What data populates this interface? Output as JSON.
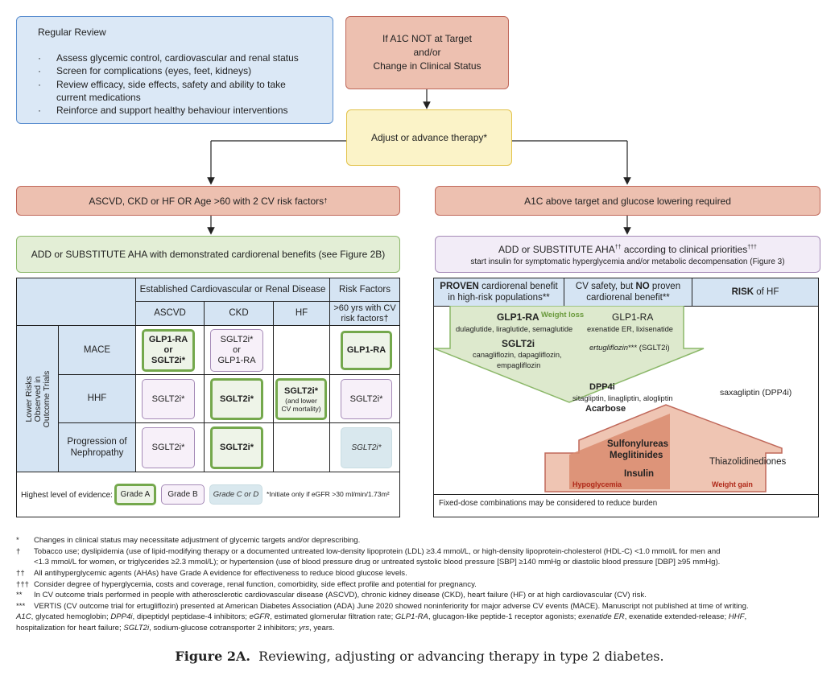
{
  "regular_review": {
    "title": "Regular Review",
    "items": [
      "Assess glycemic control, cardiovascular and renal status",
      "Screen for complications (eyes, feet, kidneys)",
      "Review efficacy, side effects, safety and ability to take",
      "current medications",
      "Reinforce and support healthy behaviour interventions"
    ]
  },
  "top_box": {
    "line1": "If A1C NOT at Target",
    "line2": "and/or",
    "line3": "Change in Clinical Status"
  },
  "adjust_box": "Adjust or advance therapy*",
  "left_branch": {
    "header": "ASCVD, CKD or HF OR Age >60 with 2 CV risk factors",
    "header_mark": "†",
    "add_box": "ADD or SUBSTITUTE AHA with demonstrated cardiorenal benefits (see Figure 2B)"
  },
  "right_branch": {
    "header": "A1C above target and glucose lowering required",
    "add_line1_a": "ADD or SUBSTITUTE AHA",
    "add_line1_sup1": "††",
    "add_line1_b": " according to clinical priorities",
    "add_line1_sup2": "†††",
    "add_line2": "start insulin for symptomatic hyperglycemia and/or metabolic decompensation (Figure 3)"
  },
  "left_table": {
    "group_header": "Established Cardiovascular or Renal Disease",
    "risk_header": "Risk Factors",
    "columns": [
      "ASCVD",
      "CKD",
      "HF"
    ],
    "risk_col_line1": ">60 yrs with CV",
    "risk_col_line2": "risk factors†",
    "side_label_line1": "Lower Risks",
    "side_label_line2": "Observed in",
    "side_label_line3": "Outcome Trials",
    "rows": [
      {
        "label": "MACE",
        "label2": ""
      },
      {
        "label": "HHF",
        "label2": ""
      },
      {
        "label": "Progression of",
        "label2": "Nephropathy"
      }
    ],
    "cells": {
      "mace_ascvd": [
        "GLP1-RA",
        "or",
        "SGLT2i*"
      ],
      "mace_ckd": [
        "SGLT2i*",
        "or",
        "GLP1-RA"
      ],
      "mace_risk": "GLP1-RA",
      "hhf_ascvd": "SGLT2i*",
      "hhf_ckd": "SGLT2i*",
      "hhf_hf": "SGLT2i*",
      "hhf_hf_note1": "(and lower",
      "hhf_hf_note2": "CV mortality)",
      "hhf_risk": "SGLT2i*",
      "neph_ascvd": "SGLT2i*",
      "neph_ckd": "SGLT2i*",
      "neph_risk": "SGLT2i*"
    },
    "legend": {
      "label": "Highest level of evidence:",
      "grade_a": "Grade A",
      "grade_b": "Grade B",
      "grade_c": "Grade C or D",
      "note": "*Initiate only if eGFR >30 ml/min/1.73m²"
    }
  },
  "right_panel": {
    "col1_a": "PROVEN",
    "col1_b": " cardiorenal benefit",
    "col1_c": "in high-risk populations**",
    "col2_a": "CV safety, but ",
    "col2_b": "NO",
    "col2_c": " proven",
    "col2_d": "cardiorenal benefit**",
    "col3_a": "RISK",
    "col3_b": " of HF",
    "glp1_title": "GLP1-RA",
    "weight_loss": "Weight loss",
    "glp1_drugs": "dulaglutide, liraglutide, semaglutide",
    "glp1_other": "GLP1-RA",
    "glp1_other_drugs": "exenatide ER, lixisenatide",
    "sglt2_title": "SGLT2i",
    "sglt2_drugs1": "canagliflozin, dapagliflozin,",
    "sglt2_drugs2": "empagliflozin",
    "ertu_a": "ertugliflozin",
    "ertu_b": "*** (SGLT2i)",
    "dpp4_title": "DPP4i",
    "dpp4_drugs": "sitagliptin, linagliptin, alogliptin",
    "saxa": "saxagliptin (DPP4i)",
    "acarbose": "Acarbose",
    "su": "Sulfonylureas",
    "meglit": "Meglitinides",
    "insulin": "Insulin",
    "tzd": "Thiazolidinediones",
    "hypo": "Hypoglycemia",
    "weight_gain": "Weight gain",
    "fixed_dose": "Fixed-dose combinations may be considered to reduce burden"
  },
  "footnotes": [
    {
      "sym": "*",
      "text": "Changes in clinical status may necessitate adjustment of glycemic targets and/or deprescribing."
    },
    {
      "sym": "†",
      "text": "Tobacco use; dyslipidemia (use of lipid-modifying therapy or a documented untreated low-density lipoprotein (LDL) ≥3.4 mmol/L, or high-density lipoprotein-cholesterol (HDL-C) <1.0 mmol/L for men and"
    },
    {
      "sym": "",
      "text": "<1.3 mmol/L for women, or triglycerides ≥2.3 mmol/L); or hypertension (use of blood pressure drug or untreated systolic blood pressure [SBP] ≥140 mmHg or diastolic blood pressure [DBP] ≥95 mmHg)."
    },
    {
      "sym": "††",
      "text": "All antihyperglycemic agents (AHAs) have Grade A evidence for effectiveness to reduce blood glucose levels."
    },
    {
      "sym": "†††",
      "text": "Consider degree of hyperglycemia, costs and coverage, renal function, comorbidity, side effect profile and potential for pregnancy."
    },
    {
      "sym": "**",
      "text": "In CV outcome trials performed in people with atherosclerotic cardiovascular disease (ASCVD), chronic kidney disease (CKD), heart failure (HF) or at high cardiovascular (CV) risk."
    },
    {
      "sym": "***",
      "text": "VERTIS (CV outcome trial for ertugliflozin) presented at American Diabetes Association (ADA) June 2020 showed noninferiority for major adverse CV events (MACE). Manuscript not published at time of writing."
    }
  ],
  "abbreviations": [
    {
      "term": "A1C",
      "def": ", glycated hemoglobin; "
    },
    {
      "term": "DPP4i",
      "def": ", dipeptidyl peptidase-4 inhibitors; "
    },
    {
      "term": "eGFR",
      "def": ", estimated glomerular filtration rate; "
    },
    {
      "term": "GLP1-RA",
      "def": ", glucagon-like peptide-1 receptor agonists; "
    },
    {
      "term": "exenatide ER",
      "def": ", exenatide extended-release; "
    },
    {
      "term": "HHF",
      "def": ","
    }
  ],
  "abbreviations2": [
    {
      "term": "",
      "def": "hospitalization for heart failure; "
    },
    {
      "term": "SGLT2i",
      "def": ", sodium-glucose cotransporter 2 inhibitors; "
    },
    {
      "term": "yrs",
      "def": ", years."
    }
  ],
  "figure_caption": {
    "label": "Figure 2A.",
    "text": "Reviewing, adjusting or advancing therapy in type 2 diabetes."
  },
  "colors": {
    "blue_box": "#dbe8f6",
    "blue_border": "#5b8fd0",
    "salmon": "#edc0b0",
    "salmon_border": "#c0685a",
    "yellow": "#fbf3c8",
    "yellow_border": "#e2c24a",
    "green": "#e3eed6",
    "green_border": "#8cb86a",
    "purple": "#f2ecf7",
    "purple_border": "#a58ab7",
    "table_header": "#d5e4f3"
  }
}
